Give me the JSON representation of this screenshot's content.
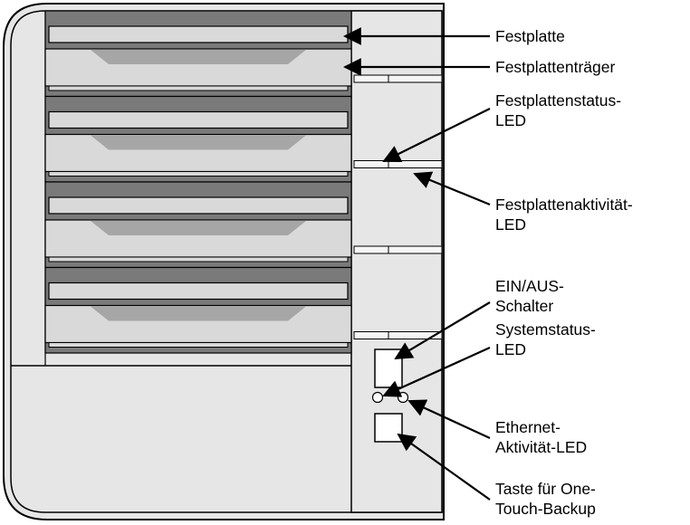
{
  "labels": {
    "festplatte": "Festplatte",
    "traeger": "Festplattenträger",
    "status_led_1": "Festplattenstatus-",
    "status_led_2": "LED",
    "aktiv_led_1": "Festplattenaktivität-",
    "aktiv_led_2": "LED",
    "ein_aus_1": "EIN/AUS-",
    "ein_aus_2": "Schalter",
    "sysstatus_1": "Systemstatus-",
    "sysstatus_2": "LED",
    "ethernet_1": "Ethernet-",
    "ethernet_2": "Aktivität-LED",
    "onetouch_1": "Taste für One-",
    "onetouch_2": "Touch-Backup"
  },
  "drive_bays": 4,
  "colors": {
    "chassis": "#e6e6e6",
    "drive": "#7a7a7a",
    "tray": "#d9d9d9",
    "handle": "#a6a6a6",
    "outline": "#000000"
  }
}
